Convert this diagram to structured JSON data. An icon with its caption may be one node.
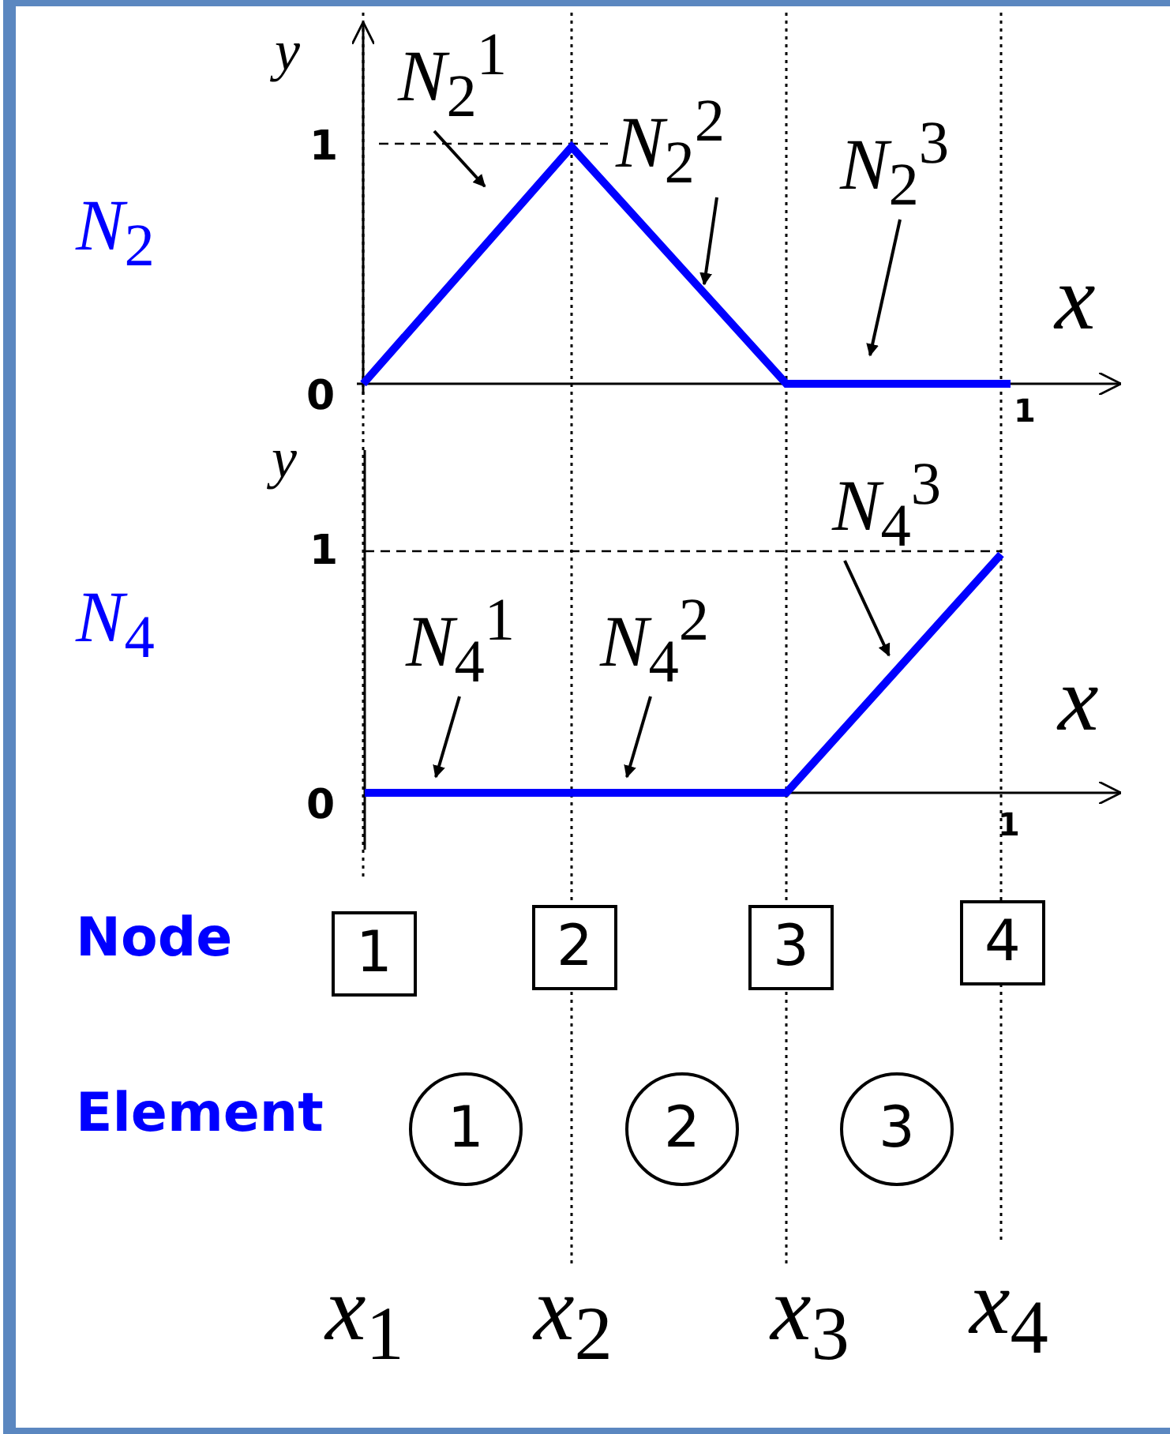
{
  "diagram": {
    "nodes": [
      {
        "text": [
          "*N*$_{2}$$^{1}$"
        ]
      },
      {
        "text": [
          "*N*$_{2}$$^{2}$"
        ]
      },
      {
        "text": [
          "*N*$_{2}$$^{3}$"
        ]
      },
      {
        "text": [
          "*N*$_{4}$$^{3}$"
        ]
      },
      {
        "text": [
          "*N*$_{4}$$^{1}$"
        ]
      },
      {
        "text": [
          "*N*$_{4}$$^{2}$"
        ]
      },
      {
        "text": [
          "1"
        ]
      },
      {
        "text": [
          "2"
        ]
      },
      {
        "text": [
          "3"
        ]
      },
      {
        "text": [
          "4"
        ]
      },
      {
        "text": [
          "1"
        ]
      },
      {
        "text": [
          "2"
        ]
      },
      {
        "text": [
          "3"
        ]
      }
    ],
    "edges": [
      {
        "from": 0,
        "to": null,
        "arrow": "to"
      },
      {
        "from": 1,
        "to": null,
        "arrow": "to"
      },
      {
        "from": 2,
        "to": null,
        "arrow": "to"
      },
      {
        "from": 3,
        "to": null,
        "arrow": "to"
      },
      {
        "from": 4,
        "to": null,
        "arrow": "to"
      },
      {
        "from": 5,
        "to": null,
        "arrow": "to"
      }
    ],
    "labels": [
      "y",
      "1",
      "*N*$_{2}$",
      "x",
      "0",
      "1",
      "y",
      "1",
      "*N*$_{4}$",
      "x",
      "0",
      "1",
      "Node",
      "Element",
      "*x*$_{1}$",
      "*x*$_{2}$",
      "*x*$_{3}$",
      "*x*$_{4}$"
    ]
  }
}
